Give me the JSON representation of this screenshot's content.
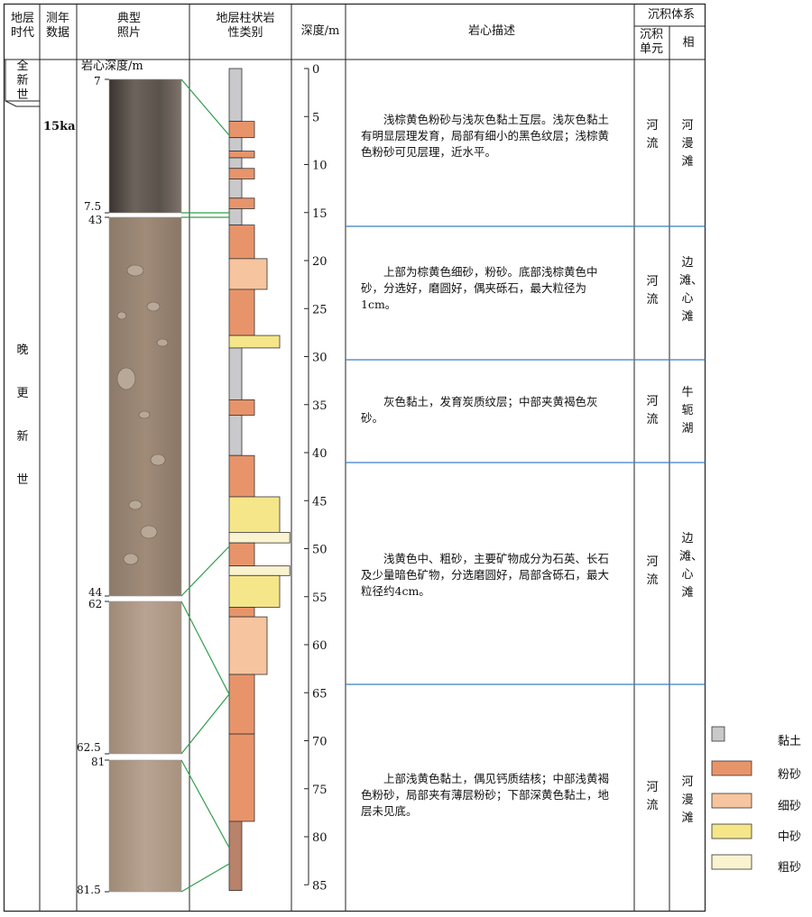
{
  "header": {
    "era": "地层时代",
    "dating": "测年数据",
    "photo": "典型照片",
    "column": "地层柱状岩性类别",
    "depth": "深度/m",
    "description": "岩心描述",
    "system": "沉积体系",
    "unit": "沉积单元",
    "facies": "相"
  },
  "eras": [
    {
      "label": "全新世"
    },
    {
      "label": "晚更新世"
    }
  ],
  "dating_value": "15ka",
  "photo_title": "岩心深度/m",
  "photos": [
    {
      "top": "7",
      "bottom": "7.5",
      "tone": "dark"
    },
    {
      "top": "43",
      "bottom": "44",
      "tone": "gravel"
    },
    {
      "top": "62",
      "bottom": "62.5",
      "tone": "brown"
    },
    {
      "top": "81",
      "bottom": "81.5",
      "tone": "brown"
    }
  ],
  "depth_ticks": [
    "0",
    "5",
    "10",
    "15",
    "20",
    "25",
    "30",
    "35",
    "40",
    "45",
    "50",
    "55",
    "60",
    "65",
    "70",
    "75",
    "80",
    "85"
  ],
  "lithology_colors": {
    "clay": "#c9c9cb",
    "silt": "#e8946a",
    "fine_sand": "#f6c49e",
    "medium_sand": "#f5e68a",
    "coarse_sand": "#faf3d0",
    "base": "#b9826a"
  },
  "column_layers": [
    {
      "from": 0,
      "to": 5.5,
      "type": "clay"
    },
    {
      "from": 5.5,
      "to": 7.2,
      "type": "silt"
    },
    {
      "from": 7.2,
      "to": 8.6,
      "type": "clay"
    },
    {
      "from": 8.6,
      "to": 9.3,
      "type": "silt"
    },
    {
      "from": 9.3,
      "to": 10.4,
      "type": "clay"
    },
    {
      "from": 10.4,
      "to": 11.5,
      "type": "silt"
    },
    {
      "from": 11.5,
      "to": 13.5,
      "type": "clay"
    },
    {
      "from": 13.5,
      "to": 14.6,
      "type": "silt"
    },
    {
      "from": 14.6,
      "to": 16.3,
      "type": "clay"
    },
    {
      "from": 16.3,
      "to": 19.8,
      "type": "silt"
    },
    {
      "from": 19.8,
      "to": 23.0,
      "type": "fine_sand"
    },
    {
      "from": 23.0,
      "to": 27.8,
      "type": "silt"
    },
    {
      "from": 27.8,
      "to": 29.1,
      "type": "medium_sand"
    },
    {
      "from": 29.1,
      "to": 34.5,
      "type": "clay"
    },
    {
      "from": 34.5,
      "to": 36.1,
      "type": "silt"
    },
    {
      "from": 36.1,
      "to": 40.3,
      "type": "clay"
    },
    {
      "from": 40.3,
      "to": 44.6,
      "type": "silt"
    },
    {
      "from": 44.6,
      "to": 48.3,
      "type": "medium_sand"
    },
    {
      "from": 48.3,
      "to": 49.4,
      "type": "coarse_sand"
    },
    {
      "from": 49.4,
      "to": 51.8,
      "type": "silt"
    },
    {
      "from": 51.8,
      "to": 52.8,
      "type": "coarse_sand"
    },
    {
      "from": 52.8,
      "to": 56.1,
      "type": "medium_sand"
    },
    {
      "from": 56.1,
      "to": 57.1,
      "type": "silt"
    },
    {
      "from": 57.1,
      "to": 63.1,
      "type": "fine_sand"
    },
    {
      "from": 63.1,
      "to": 69.3,
      "type": "silt"
    },
    {
      "from": 69.3,
      "to": 78.4,
      "type": "silt"
    },
    {
      "from": 78.4,
      "to": 85.6,
      "type": "base"
    }
  ],
  "layer_widths": {
    "clay": 1.0,
    "silt": 2.0,
    "fine_sand": 3.0,
    "medium_sand": 4.0,
    "coarse_sand": 4.8,
    "base": 1.0
  },
  "descriptions": [
    {
      "text": "浅棕黄色粉砂与浅灰色黏土互层。浅灰色黏土有明显层理发育，局部有细小的黑色纹层；浅棕黄色粉砂可见层理，近水平。",
      "unit": "河流",
      "facies": "河漫滩"
    },
    {
      "text": "上部为棕黄色细砂，粉砂。底部浅棕黄色中砂，分选好，磨圆好，偶夹砾石，最大粒径为1cm。",
      "unit": "河流",
      "facies": "边滩、心滩"
    },
    {
      "text": "灰色黏土，发育炭质纹层；中部夹黄褐色灰砂。",
      "unit": "河流",
      "facies": "牛轭湖"
    },
    {
      "text": "浅黄色中、粗砂，主要矿物成分为石英、长石及少量暗色矿物，分选磨圆好，局部含砾石，最大粒径约4cm。",
      "unit": "河流",
      "facies": "边滩、心滩"
    },
    {
      "text": "上部浅黄色黏土，偶见钙质结核；中部浅黄褐色粉砂，局部夹有薄层粉砂；下部深黄色黏土，地层未见底。",
      "unit": "河流",
      "facies": "河漫滩"
    }
  ],
  "legend": [
    {
      "type": "clay",
      "label": "黏土"
    },
    {
      "type": "silt",
      "label": "粉砂"
    },
    {
      "type": "fine_sand",
      "label": "细砂"
    },
    {
      "type": "medium_sand",
      "label": "中砂"
    },
    {
      "type": "coarse_sand",
      "label": "粗砂"
    }
  ],
  "frame_color": "#222222",
  "connector_color": "#2e9e4a",
  "section_line_color": "#3a7fc2"
}
